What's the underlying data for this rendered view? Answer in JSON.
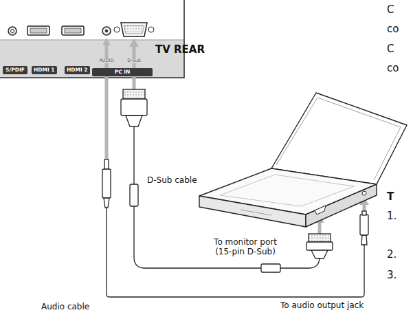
{
  "diagram": {
    "nodes": [
      {
        "text": [
          "S/PDIF"
        ]
      },
      {
        "text": [
          "HDMI 1"
        ]
      },
      {
        "text": [
          "HDMI 2"
        ]
      },
      {
        "text": [
          "PC IN"
        ]
      }
    ],
    "labels": [
      "AUDIO",
      "D-Sub",
      "TV REAR",
      "D-Sub cable",
      "To monitor port (15-pin D-Sub)",
      "To audio output jack",
      "Audio cable",
      "C",
      "co",
      "C",
      "co",
      "T",
      "1.",
      "2.",
      "3."
    ]
  }
}
